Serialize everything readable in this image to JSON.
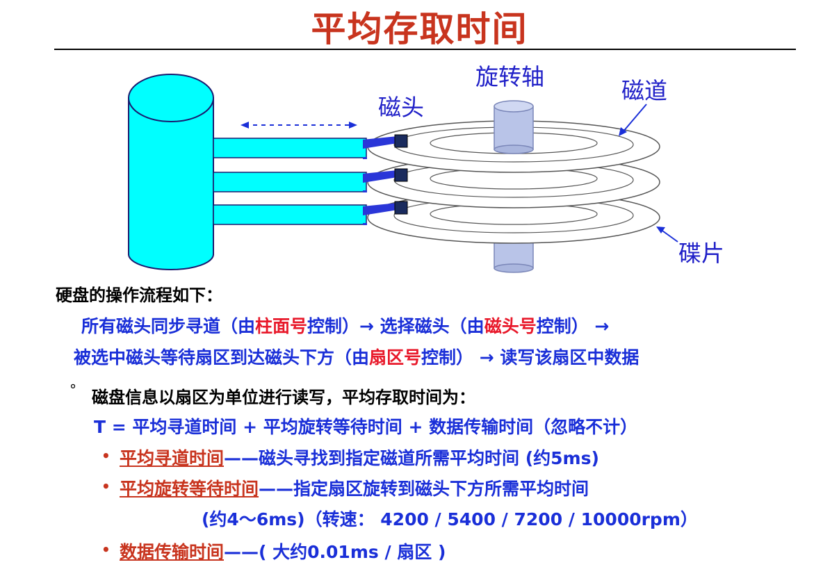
{
  "title": "平均存取时间",
  "diagram": {
    "spindle_label": "旋转轴",
    "track_label": "磁道",
    "head_label": "磁头",
    "platter_label": "碟片",
    "colors": {
      "arm": "#00ffff",
      "platter": "#ffffff",
      "spindle": "#b9c4e8",
      "label": "#2020c8",
      "head": "#1a2b5e"
    }
  },
  "flow": {
    "heading": "硬盘的操作流程如下：",
    "line1": {
      "a": "所有磁头同步寻道（由",
      "b": "柱面号",
      "c": "控制）→ 选择磁头（由",
      "d": "磁头号",
      "e": "控制） →"
    },
    "line2": {
      "a": "被选中磁头等待扇区到达磁头下方（由",
      "b": "扇区号",
      "c": "控制） → 读写该扇区中数据"
    }
  },
  "formula": {
    "bullet": "°",
    "intro": "磁盘信息以扇区为单位进行读写，平均存取时间为：",
    "equation": "T = 平均寻道时间 + 平均旋转等待时间 + 数据传输时间（忽略不计）"
  },
  "items": [
    {
      "term": "平均寻道时间",
      "desc": "——磁头寻找到指定磁道所需平均时间 (约5ms)"
    },
    {
      "term": "平均旋转等待时间",
      "desc": "——指定扇区旋转到磁头下方所需平均时间",
      "desc2": "(约4～6ms)（转速： 4200 / 5400 / 7200 / 10000rpm）"
    },
    {
      "term": "数据传输时间",
      "desc": "——( 大约0.01ms / 扇区 )"
    }
  ]
}
